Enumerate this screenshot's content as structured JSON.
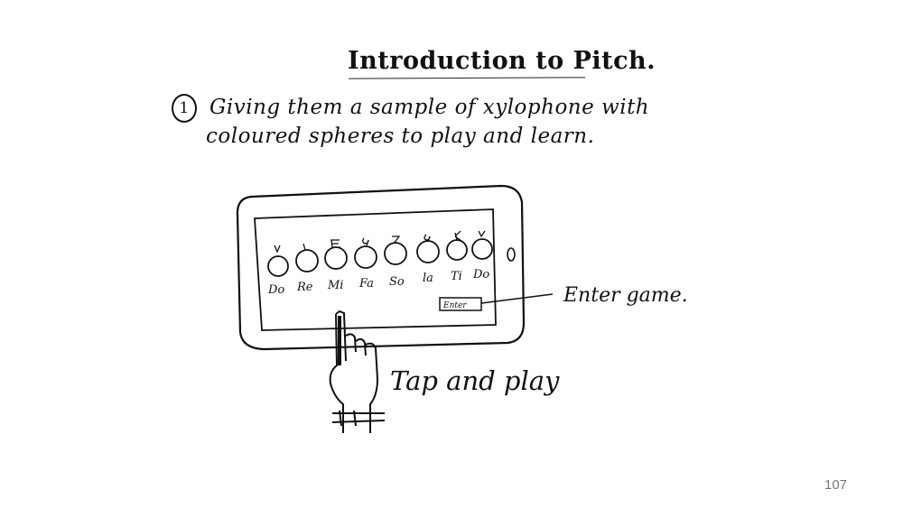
{
  "slide": {
    "title": "Introduction to Pitch.",
    "point_number": "1",
    "point_line1": "Giving them a sample of xylophone with",
    "point_line2": "coloured spheres to play and learn.",
    "page_number": "107"
  },
  "tablet": {
    "notes": [
      "Do",
      "Re",
      "Mi",
      "Fa",
      "So",
      "la",
      "Ti",
      "Do"
    ],
    "enter_button_label": "Enter"
  },
  "annotations": {
    "enter_game": "Enter game.",
    "tap_and_play": "Tap and play"
  }
}
